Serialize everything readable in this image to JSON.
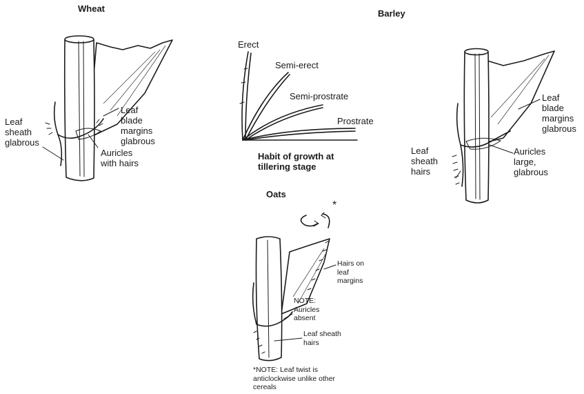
{
  "wheat": {
    "title": "Wheat",
    "sheath_label": "Leaf\nsheath\nglabrous",
    "blade_label": "Leaf\nblade\nmargins\nglabrous",
    "auricles_label": "Auricles\nwith hairs"
  },
  "habit": {
    "erect": "Erect",
    "semi_erect": "Semi-erect",
    "semi_prostrate": "Semi-prostrate",
    "prostrate": "Prostrate",
    "caption": "Habit of growth at\ntillering stage"
  },
  "barley": {
    "title": "Barley",
    "blade_label": "Leaf\nblade\nmargins\nglabrous",
    "sheath_label": "Leaf\nsheath\nhairs",
    "auricles_label": "Auricles\nlarge,\nglabrous"
  },
  "oats": {
    "title": "Oats",
    "asterisk": "*",
    "hairs_label": "Hairs on\nleaf\nmargins",
    "note_label": "NOTE:\nAuricles\nabsent",
    "sheath_label": "Leaf sheath\nhairs",
    "footnote": "*NOTE: Leaf twist is\nanticlockwise unlike other\ncereals"
  }
}
